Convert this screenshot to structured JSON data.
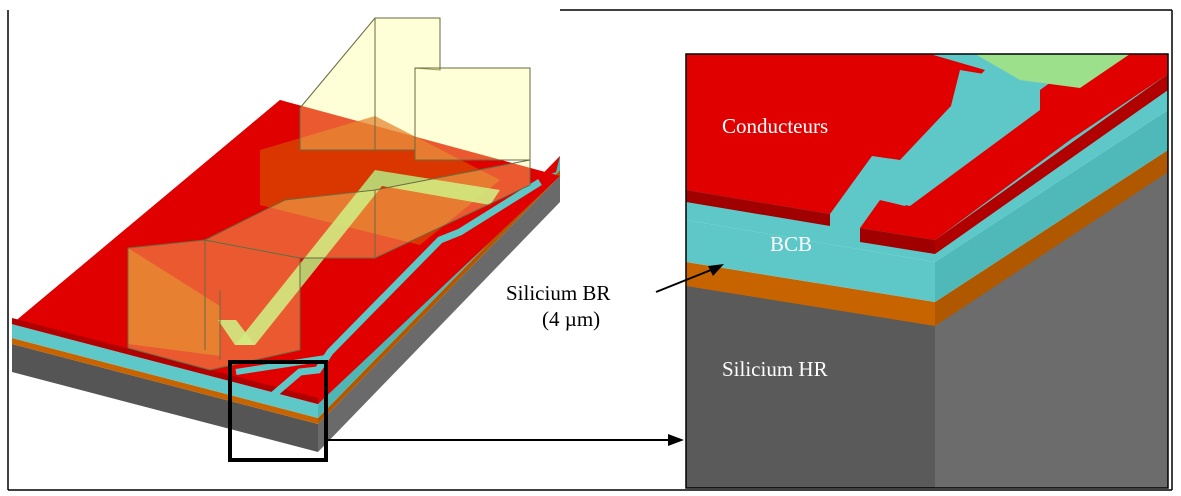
{
  "labels": {
    "conductors": "Conducteurs",
    "bcb": "BCB",
    "low_res_silicon": "Silicium BR",
    "low_res_thickness": "(4 µm)",
    "high_res_silicon": "Silicium HR"
  },
  "colors": {
    "conductor": "#e00000",
    "bcb": "#5ec8c8",
    "low_res_silicon": "#c86400",
    "high_res_silicon": "#5a5a5a",
    "air_box": "#ffff8c",
    "overlap": "#d84800"
  }
}
